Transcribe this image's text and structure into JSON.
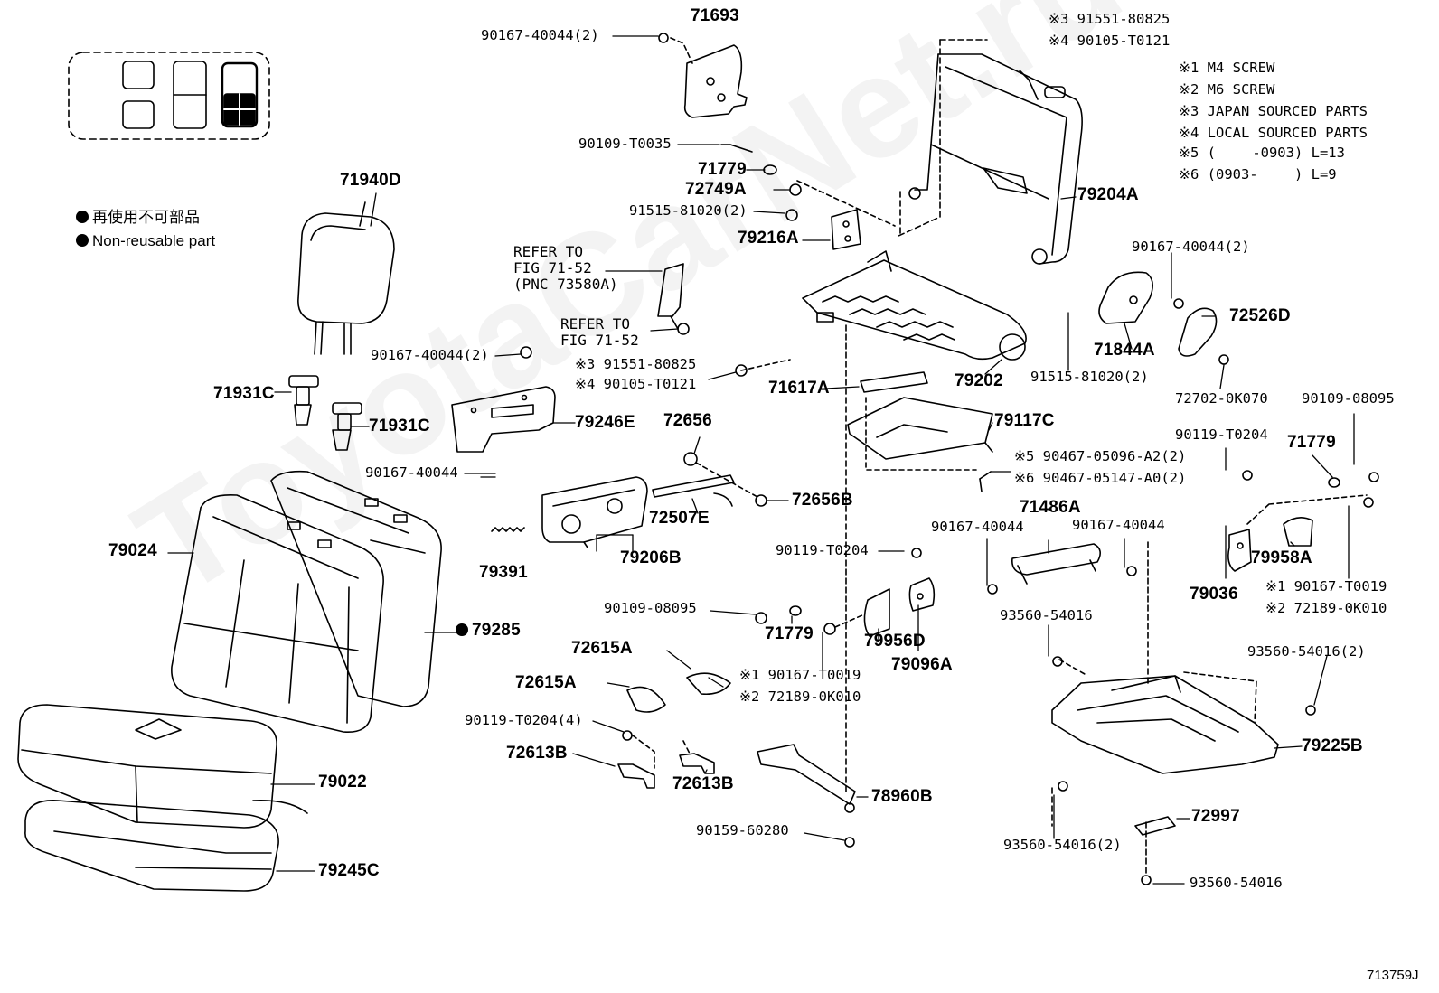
{
  "figure_id": "713759J",
  "watermark": "ToyotaCarNet.ru",
  "legend": {
    "jp": "再使用不可部品",
    "en": "Non-reusable part"
  },
  "notes": [
    "※1 M4 SCREW",
    "※2 M6 SCREW",
    "※3 JAPAN SOURCED PARTS",
    "※4 LOCAL SOURCED PARTS",
    "※5 (　　 -0903) L=13",
    "※6 (0903-　　 ) L=9"
  ],
  "refers": [
    [
      "REFER TO",
      "FIG 71-52",
      "(PNC 73580A)"
    ],
    [
      "REFER TO",
      "FIG 71-52"
    ]
  ],
  "parts": {
    "p71693": "71693",
    "p71940D": "71940D",
    "p71931C_a": "71931C",
    "p71931C_b": "71931C",
    "p79024": "79024",
    "p79285": "79285",
    "p79022": "79022",
    "p79245C": "79245C",
    "p79246E": "79246E",
    "p79391": "79391",
    "p72656": "72656",
    "p72656B": "72656B",
    "p72507E": "72507E",
    "p79206B": "79206B",
    "p72615A_a": "72615A",
    "p72615A_b": "72615A",
    "p72613B_a": "72613B",
    "p72613B_b": "72613B",
    "p71779_a": "71779",
    "p72749A": "72749A",
    "p79216A": "79216A",
    "p79204A": "79204A",
    "p79202": "79202",
    "p71844A": "71844A",
    "p72526D": "72526D",
    "p71617A": "71617A",
    "p79117C": "79117C",
    "p71486A": "71486A",
    "p71779_b": "71779",
    "p79956D": "79956D",
    "p79096A": "79096A",
    "p78960B": "78960B",
    "p71779_c": "71779",
    "p79036": "79036",
    "p79958A": "79958A",
    "p79225B": "79225B",
    "p72997": "72997"
  },
  "std": {
    "s1": "90167-40044(2)",
    "s2": "90109-T0035",
    "s3": "91515-81020(2)",
    "s4": "90167-40044(2)",
    "s5a": "91551-80825",
    "s5b": "90105-T0121",
    "s6": "90167-40044",
    "s7a": "91551-80825",
    "s7b": "90105-T0121",
    "s8": "90167-40044(2)",
    "s9": "91515-81020(2)",
    "s10": "72702-0K070",
    "s11": "90109-08095",
    "s12": "90119-T0204",
    "s13a": "90467-05096-A2(2)",
    "s13b": "90467-05147-A0(2)",
    "s14": "90167-40044",
    "s15": "90167-40044",
    "s16": "90119-T0204",
    "s17": "90109-08095",
    "s18a": "90167-T0019",
    "s18b": "72189-0K010",
    "s19": "90119-T0204(4)",
    "s20": "90159-60280",
    "s21": "93560-54016",
    "s22": "93560-54016(2)",
    "s23": "93560-54016(2)",
    "s24": "93560-54016",
    "s25a": "90167-T0019",
    "s25b": "72189-0K010"
  },
  "marks": {
    "m1": "※1",
    "m2": "※2",
    "m3": "※3",
    "m4": "※4",
    "m5": "※5",
    "m6": "※6"
  }
}
